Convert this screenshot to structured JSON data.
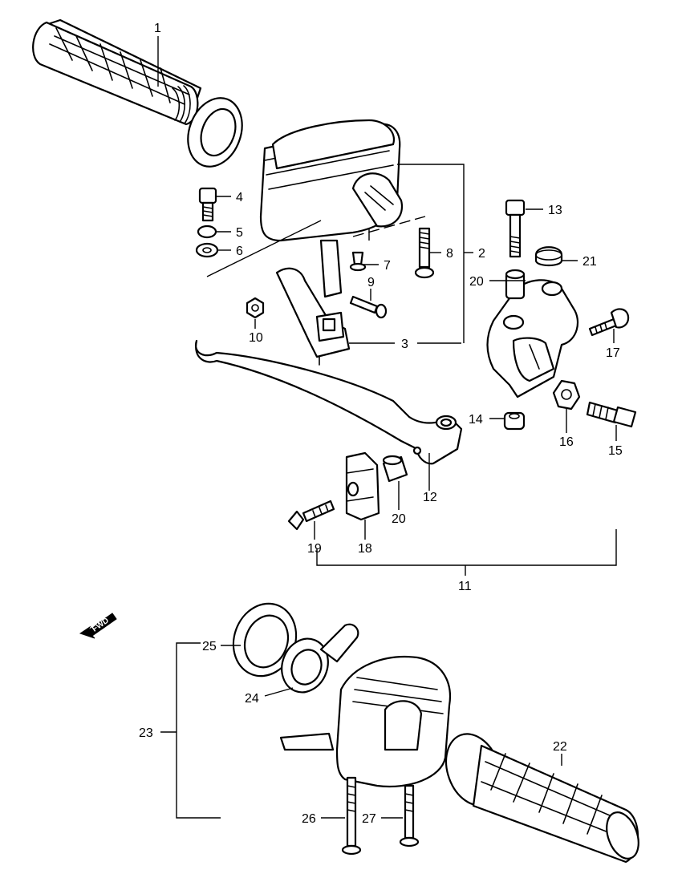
{
  "callouts": {
    "c1": "1",
    "c2": "2",
    "c3": "3",
    "c4": "4",
    "c5": "5",
    "c6": "6",
    "c7": "7",
    "c8": "8",
    "c9": "9",
    "c10": "10",
    "c11": "11",
    "c12": "12",
    "c13": "13",
    "c14": "14",
    "c15": "15",
    "c16": "16",
    "c17": "17",
    "c18": "18",
    "c19": "19",
    "c20a": "20",
    "c20b": "20",
    "c21": "21",
    "c22": "22",
    "c23": "23",
    "c24": "24",
    "c25": "25",
    "c26": "26",
    "c27": "27"
  },
  "fwd_label": "FWD",
  "colors": {
    "line": "#000000",
    "background": "#ffffff",
    "arrow_fill": "#000000"
  }
}
